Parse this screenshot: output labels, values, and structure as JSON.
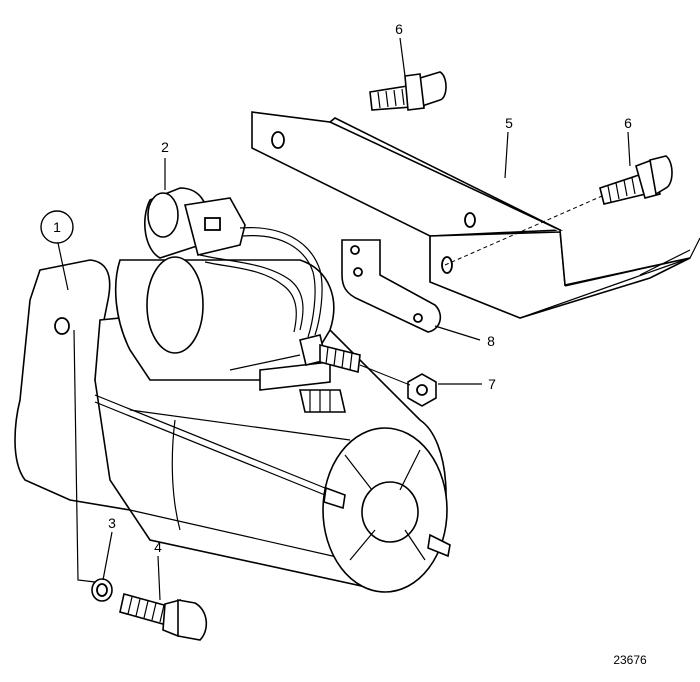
{
  "diagram": {
    "reference_number": "23676",
    "callouts": [
      {
        "id": "callout-1",
        "label": "1"
      },
      {
        "id": "callout-2",
        "label": "2"
      },
      {
        "id": "callout-3",
        "label": "3"
      },
      {
        "id": "callout-4",
        "label": "4"
      },
      {
        "id": "callout-5",
        "label": "5"
      },
      {
        "id": "callout-6a",
        "label": "6"
      },
      {
        "id": "callout-6b",
        "label": "6"
      },
      {
        "id": "callout-7",
        "label": "7"
      },
      {
        "id": "callout-8",
        "label": "8"
      }
    ]
  }
}
